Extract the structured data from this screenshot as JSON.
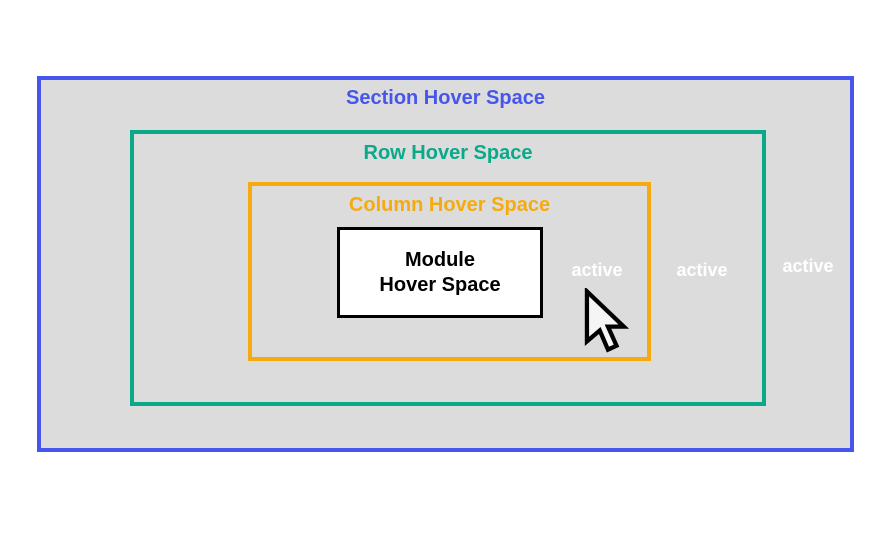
{
  "diagram": {
    "background_color": "#ffffff",
    "surface_color": "#dcdcdc",
    "rings": [
      {
        "id": "section",
        "label": "Section Hover Space",
        "color": "#4656ec"
      },
      {
        "id": "row",
        "label": "Row Hover Space",
        "color": "#0aa98a"
      },
      {
        "id": "column",
        "label": "Column Hover Space",
        "color": "#f5ab10"
      }
    ],
    "module": {
      "lines": [
        "Module",
        "Hover Space"
      ],
      "border_color": "#000000",
      "fill_color": "#ffffff"
    },
    "active_labels": [
      "active",
      "active",
      "active"
    ],
    "active_text_color": "#ffffff",
    "cursor": "arrow-pointer-icon"
  }
}
